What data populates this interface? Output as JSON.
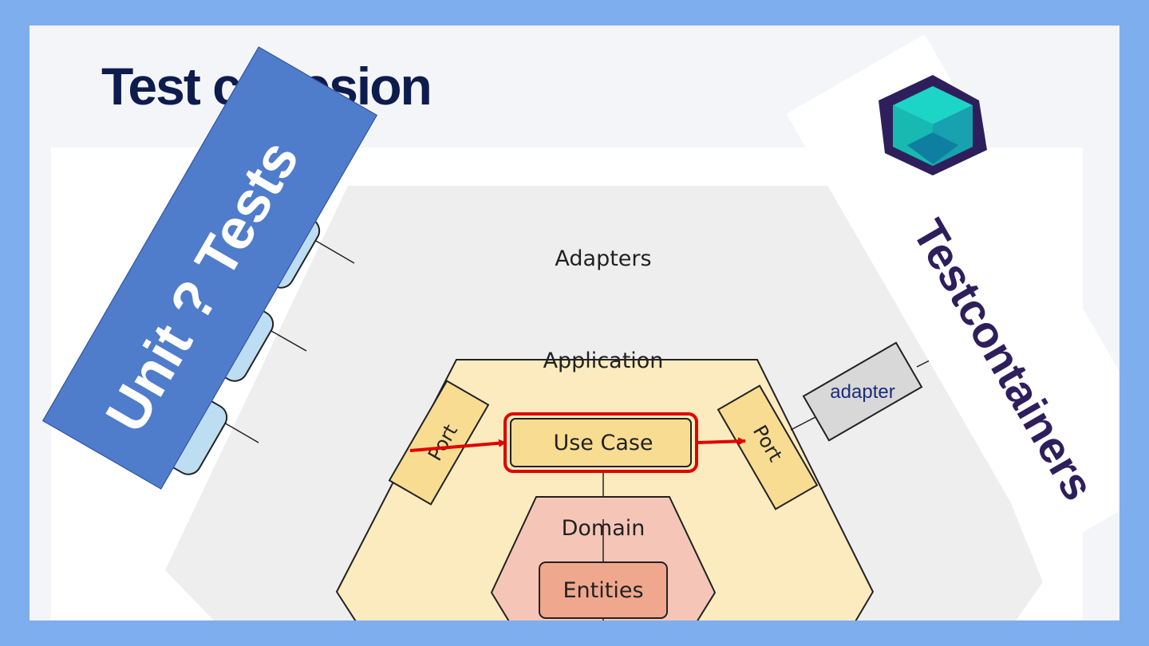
{
  "slide": {
    "title": "Test cohesion"
  },
  "diagram": {
    "adapters_label": "Adapters",
    "application_label": "Application",
    "use_case_label": "Use Case",
    "domain_label": "Domain",
    "entities_label": "Entities",
    "port_label": "Port",
    "adapter_label": "adapter"
  },
  "overlays": {
    "unit_tests": "Unit ? Tests",
    "testcontainers": "Testcontainers"
  },
  "colors": {
    "background": "#7FAEEF",
    "title": "#0E1C4D",
    "unit_band": "#4F7CCB",
    "highlight": "#E00000",
    "testcontainers_text": "#2E1F5C"
  },
  "icons": [
    "testcontainers-logo-icon"
  ]
}
